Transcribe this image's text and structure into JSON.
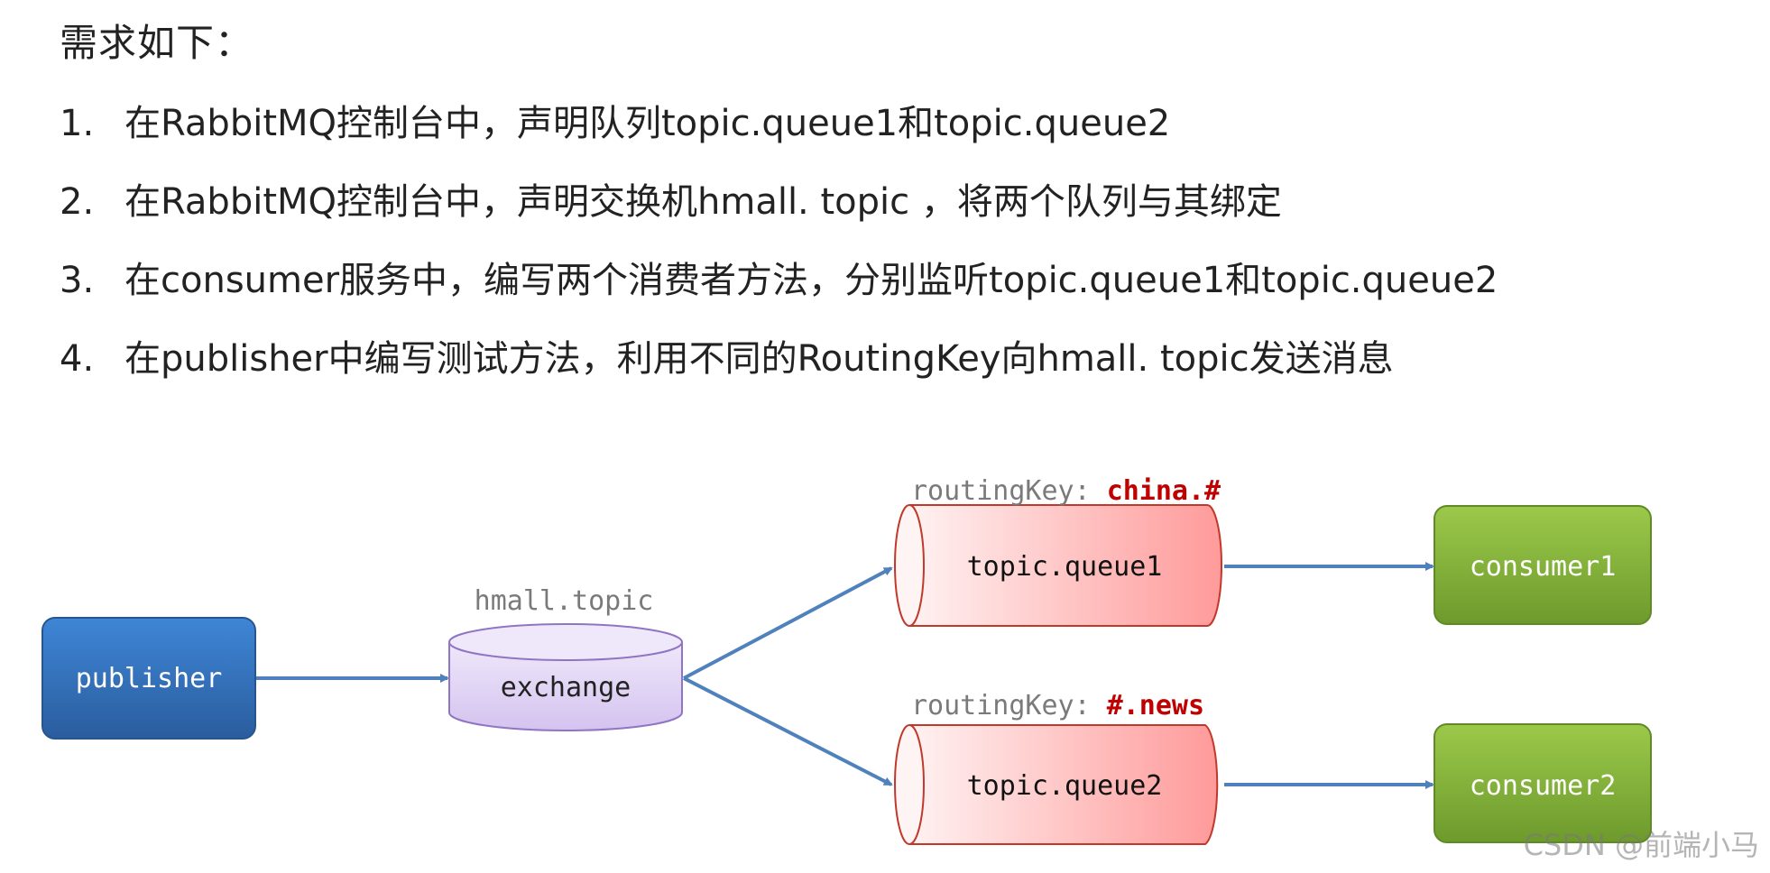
{
  "heading": "需求如下：",
  "requirements": [
    {
      "num": "1.",
      "text": "在RabbitMQ控制台中，声明队列topic.queue1和topic.queue2"
    },
    {
      "num": "2.",
      "text": "在RabbitMQ控制台中，声明交换机hmall. topic ，将两个队列与其绑定"
    },
    {
      "num": "3.",
      "text": "在consumer服务中，编写两个消费者方法，分别监听topic.queue1和topic.queue2"
    },
    {
      "num": "4.",
      "text": "在publisher中编写测试方法，利用不同的RoutingKey向hmall. topic发送消息"
    }
  ],
  "diagram": {
    "publisher": "publisher",
    "exchange_name": "hmall.topic",
    "exchange": "exchange",
    "routing_prefix": "routingKey:",
    "routing_key_1": "china.#",
    "routing_key_2": "#.news",
    "queue1": "topic.queue1",
    "queue2": "topic.queue2",
    "consumer1": "consumer1",
    "consumer2": "consumer2"
  },
  "colors": {
    "publisher": "#2f6fb8",
    "exchange": "#ddd0f2",
    "queue": "#ff9c9c",
    "consumer": "#7fb03a",
    "arrow": "#4f81bd",
    "routing_key_value": "#c00000"
  },
  "watermark": "CSDN @前端小马"
}
